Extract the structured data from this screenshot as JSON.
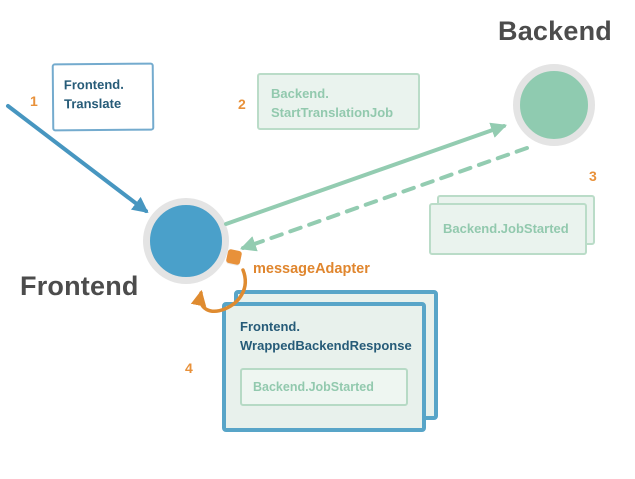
{
  "diagram": {
    "titles": {
      "backend": "Backend",
      "frontend": "Frontend"
    },
    "steps": {
      "s1": {
        "num": "1",
        "line1": "Frontend.",
        "line2": "Translate"
      },
      "s2": {
        "num": "2",
        "line1": "Backend.",
        "line2": "StartTranslationJob"
      },
      "s3": {
        "num": "3",
        "label": "Backend.JobStarted"
      },
      "s4": {
        "num": "4",
        "line1": "Frontend.",
        "line2": "WrappedBackendResponse",
        "nested_label": "Backend.JobStarted"
      }
    },
    "adapter": {
      "label": "messageAdapter"
    },
    "colors": {
      "blue": "#4aa0ca",
      "blue_arrow": "#4796c0",
      "green": "#8fcbb0",
      "green_arrow": "#93ccb1",
      "green_fill": "#eaf3ee",
      "green_border": "#badcc8",
      "orange": "#e8913a",
      "navy_text": "#265b78",
      "gray_ring": "#e4e4e4",
      "title_text": "#4c4c4c"
    }
  }
}
